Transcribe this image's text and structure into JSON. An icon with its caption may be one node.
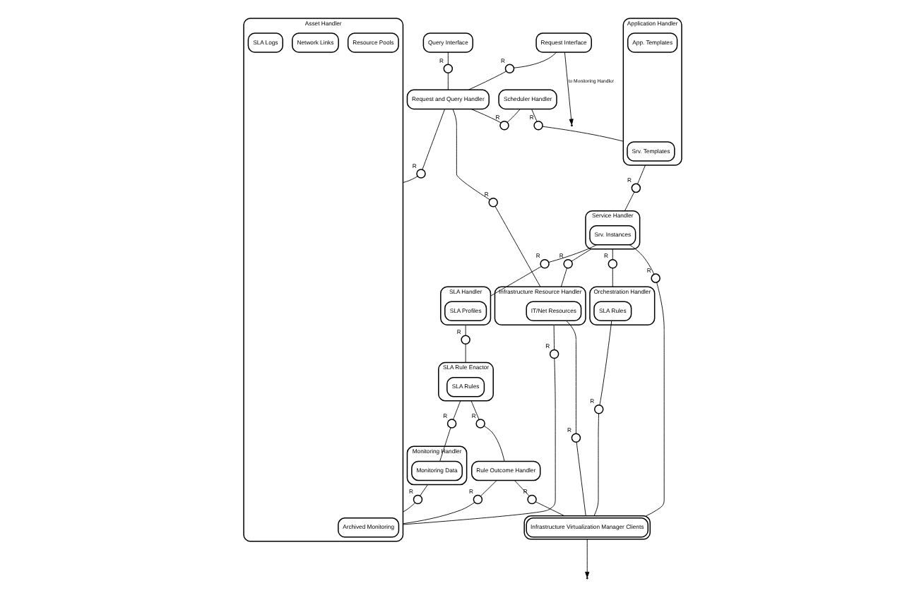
{
  "diagram": {
    "nodes": [
      {
        "text": [
          "Request Interface"
        ]
      },
      {
        "text": [
          "Query Interface"
        ]
      },
      {
        "text": [
          "Scheduler Handler"
        ]
      },
      {
        "text": [
          "Request and Query Handler"
        ]
      },
      {
        "text": [
          "Asset Handler"
        ]
      },
      {
        "text": [
          "Resource Pools"
        ],
        "in": 4
      },
      {
        "text": [
          "Network Links"
        ],
        "in": 4
      },
      {
        "text": [
          "Archived Monitoring"
        ],
        "in": 4
      },
      {
        "text": [
          "SLA Logs"
        ],
        "in": 4
      },
      {
        "text": [
          "Application Handler"
        ]
      },
      {
        "text": [
          "App. Templates"
        ],
        "in": 9
      },
      {
        "text": [
          "Srv. Templates"
        ],
        "in": 9
      },
      {
        "text": [
          "Service Handler"
        ]
      },
      {
        "text": [
          "Srv. Instances"
        ],
        "in": 12
      },
      {
        "text": [
          "Infrastructure Resource Handler"
        ]
      },
      {
        "text": [
          "IT/Net Resources"
        ],
        "in": 14
      },
      {
        "text": [
          "SLA Handler"
        ]
      },
      {
        "text": [
          "SLA Profiles"
        ],
        "in": 16
      },
      {
        "text": [
          "Orchestration Handler"
        ]
      },
      {
        "text": [
          "SLA Rules"
        ],
        "in": 18
      },
      {
        "text": [
          "Monitoring Handler"
        ]
      },
      {
        "text": [
          "Monitoring Data"
        ],
        "in": 20
      },
      {
        "text": [
          "SLA Rule Enactor"
        ]
      },
      {
        "text": [
          "SLA Rules"
        ],
        "in": 22
      },
      {
        "text": [
          "Rule Outcome Handler"
        ]
      },
      {
        "text": [
          "Infrastructure Virtualization Manager Clients"
        ]
      },
      {
        "text": [],
        "shape": "circle",
        "beside": [
          "R"
        ]
      },
      {
        "text": [],
        "shape": "circle",
        "beside": [
          "R"
        ]
      },
      {
        "text": [],
        "shape": "circle",
        "beside": [
          "R"
        ]
      },
      {
        "text": [],
        "shape": "circle",
        "beside": [
          "R"
        ]
      },
      {
        "text": [],
        "shape": "circle",
        "beside": [
          "R"
        ]
      },
      {
        "text": [],
        "shape": "circle",
        "beside": [
          "R"
        ]
      },
      {
        "text": [],
        "shape": "circle",
        "beside": [
          "R"
        ]
      },
      {
        "text": [],
        "shape": "circle",
        "beside": [
          "R"
        ]
      },
      {
        "text": [],
        "shape": "circle",
        "beside": [
          "R"
        ]
      },
      {
        "text": [],
        "shape": "circle",
        "beside": [
          "R"
        ]
      },
      {
        "text": [],
        "shape": "circle",
        "beside": [
          "R"
        ]
      },
      {
        "text": [],
        "shape": "circle",
        "beside": [
          "R"
        ]
      },
      {
        "text": [],
        "shape": "circle",
        "beside": [
          "R"
        ]
      },
      {
        "text": [],
        "shape": "circle",
        "beside": [
          "R"
        ]
      },
      {
        "text": [],
        "shape": "circle",
        "beside": [
          "R"
        ]
      },
      {
        "text": [],
        "shape": "circle",
        "beside": [
          "R"
        ]
      },
      {
        "text": [],
        "shape": "circle",
        "beside": [
          "R"
        ]
      },
      {
        "text": [],
        "shape": "circle",
        "beside": [
          "R"
        ]
      },
      {
        "text": [],
        "shape": "circle",
        "beside": [
          "R"
        ]
      },
      {
        "text": [],
        "shape": "circle",
        "beside": [
          "R"
        ]
      }
    ],
    "edges": [
      {
        "from": 0,
        "to": null,
        "arrow": "to",
        "label": "to Monitoring Handler"
      },
      {
        "from": 0,
        "to": 26,
        "arrow": "none"
      },
      {
        "from": 26,
        "to": 3,
        "arrow": "none"
      },
      {
        "from": 1,
        "to": 27,
        "arrow": "none"
      },
      {
        "from": 27,
        "to": 3,
        "arrow": "none"
      },
      {
        "from": 2,
        "to": 28,
        "arrow": "none"
      },
      {
        "from": 28,
        "to": 3,
        "arrow": "none"
      },
      {
        "from": 3,
        "to": 29,
        "arrow": "none"
      },
      {
        "from": 29,
        "to": 4,
        "arrow": "none"
      },
      {
        "from": 2,
        "to": 30,
        "arrow": "none"
      },
      {
        "from": 30,
        "to": 9,
        "arrow": "none"
      },
      {
        "from": 3,
        "to": 31,
        "arrow": "none"
      },
      {
        "from": 31,
        "to": 14,
        "arrow": "none"
      },
      {
        "from": 9,
        "to": 32,
        "arrow": "none"
      },
      {
        "from": 32,
        "to": 12,
        "arrow": "none"
      },
      {
        "from": 12,
        "to": 33,
        "arrow": "none"
      },
      {
        "from": 33,
        "to": 14,
        "arrow": "none"
      },
      {
        "from": 14,
        "to": 34,
        "arrow": "none"
      },
      {
        "from": 34,
        "to": 4,
        "arrow": "none"
      },
      {
        "from": 13,
        "to": 35,
        "arrow": "none"
      },
      {
        "from": 35,
        "to": 16,
        "arrow": "none"
      },
      {
        "from": 12,
        "to": 36,
        "arrow": "none"
      },
      {
        "from": 36,
        "to": 18,
        "arrow": "none"
      },
      {
        "from": 13,
        "to": 37,
        "arrow": "none"
      },
      {
        "from": 37,
        "to": 25,
        "arrow": "none"
      },
      {
        "from": 20,
        "to": 38,
        "arrow": "none"
      },
      {
        "from": 38,
        "to": 4,
        "arrow": "none"
      },
      {
        "from": 19,
        "to": 39,
        "arrow": "none"
      },
      {
        "from": 39,
        "to": 25,
        "arrow": "none"
      },
      {
        "from": 22,
        "to": 40,
        "arrow": "none"
      },
      {
        "from": 40,
        "to": 21,
        "arrow": "none"
      },
      {
        "from": 15,
        "to": 41,
        "arrow": "none"
      },
      {
        "from": 41,
        "to": 25,
        "arrow": "none"
      },
      {
        "from": 16,
        "to": 42,
        "arrow": "none"
      },
      {
        "from": 42,
        "to": 22,
        "arrow": "none"
      },
      {
        "from": 22,
        "to": 43,
        "arrow": "none"
      },
      {
        "from": 43,
        "to": 24,
        "arrow": "none"
      },
      {
        "from": 24,
        "to": 44,
        "arrow": "none"
      },
      {
        "from": 44,
        "to": 25,
        "arrow": "none"
      },
      {
        "from": 24,
        "to": 45,
        "arrow": "none"
      },
      {
        "from": 45,
        "to": 4,
        "arrow": "none"
      },
      {
        "from": 25,
        "to": null,
        "arrow": "to"
      }
    ]
  }
}
